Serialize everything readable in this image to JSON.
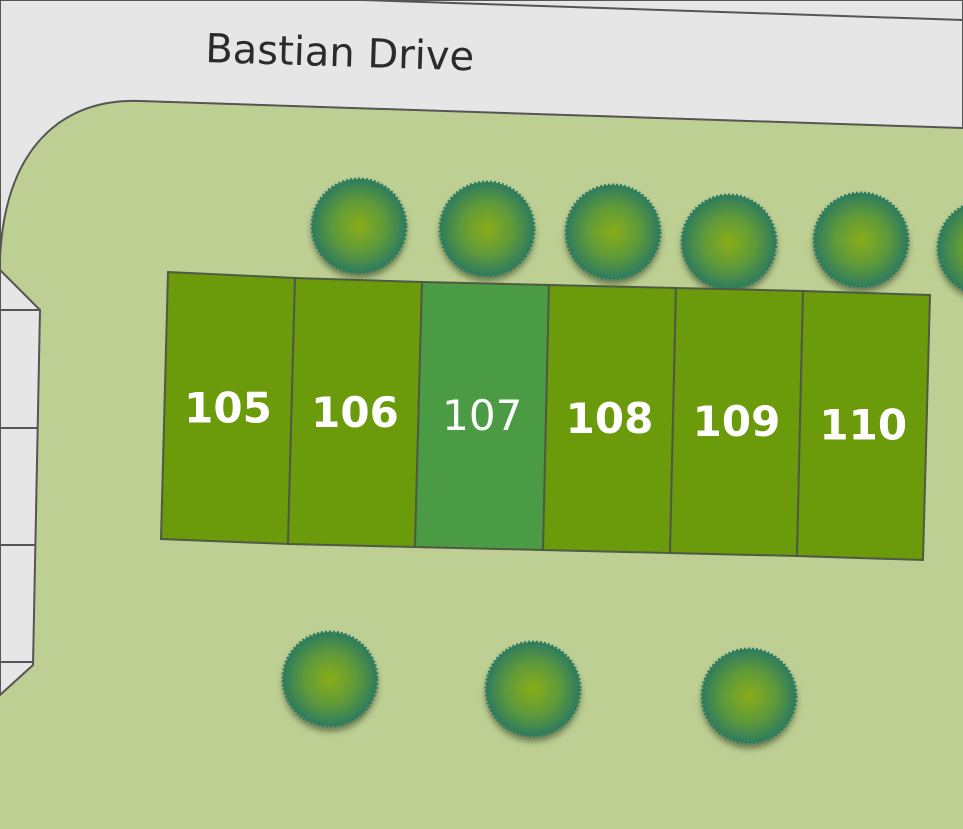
{
  "map": {
    "street_name": "Bastian Drive",
    "colors": {
      "lawn": "#bdcf93",
      "road": "#e6e6e6",
      "lot": "#6b9a0a",
      "lot_selected": "#4b9b45",
      "lot_border": "#4f5a45",
      "tree_center": "#89ad18",
      "tree_edge": "#2f7c5e"
    },
    "selected_lot": "107",
    "lots": [
      {
        "number": "105",
        "selected": false
      },
      {
        "number": "106",
        "selected": false
      },
      {
        "number": "107",
        "selected": true
      },
      {
        "number": "108",
        "selected": false
      },
      {
        "number": "109",
        "selected": false
      },
      {
        "number": "110",
        "selected": false
      }
    ]
  }
}
